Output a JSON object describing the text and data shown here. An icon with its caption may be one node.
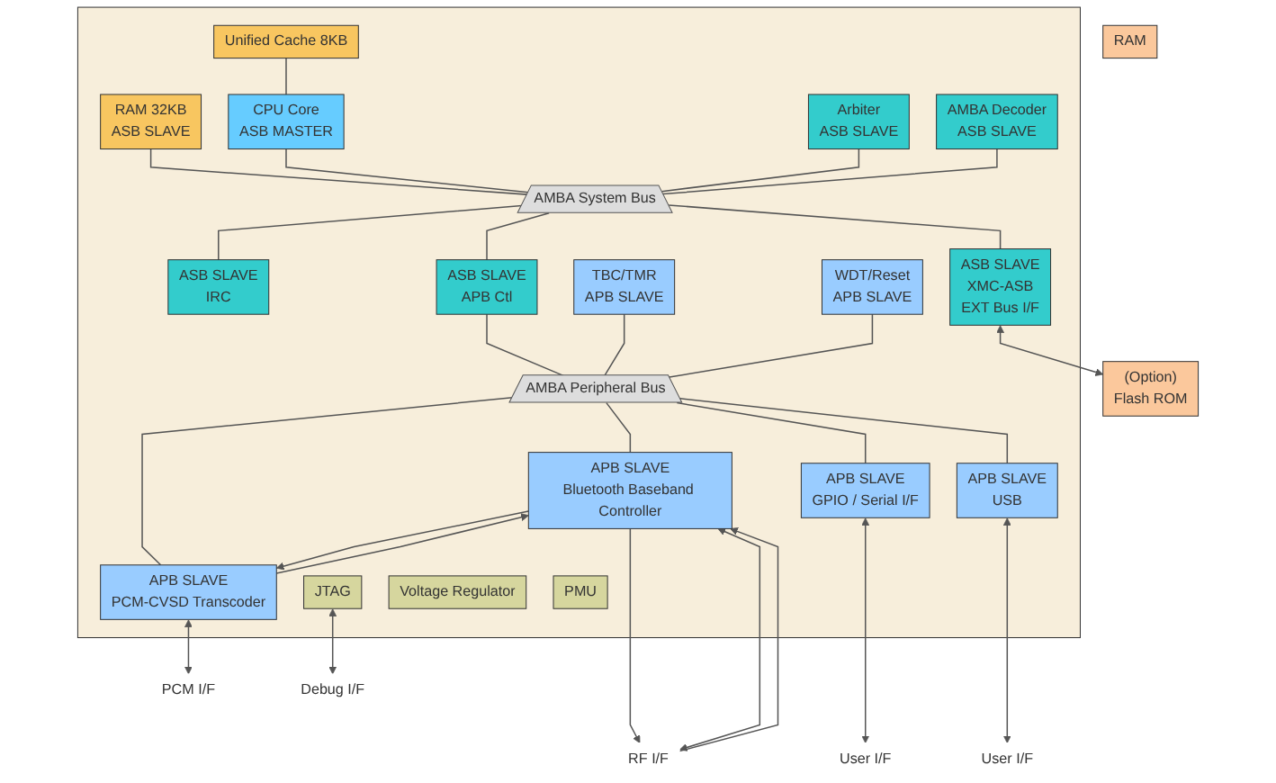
{
  "diagram": {
    "nodes": [
      {
        "text": [],
        "shape": "box"
      },
      {
        "text": [
          "RAM 32KB",
          "ASB SLAVE"
        ],
        "in": 0
      },
      {
        "text": [
          "Unified Cache 8KB"
        ],
        "in": 0
      },
      {
        "text": [
          "CPU Core",
          "ASB MASTER"
        ],
        "in": 0
      },
      {
        "text": [
          "Arbiter",
          "ASB SLAVE"
        ],
        "in": 0
      },
      {
        "text": [
          "AMBA Decoder",
          "ASB SLAVE"
        ],
        "in": 0
      },
      {
        "text": [
          "AMBA System Bus"
        ],
        "in": 0
      },
      {
        "text": [
          "ASB SLAVE",
          "IRC"
        ],
        "in": 0
      },
      {
        "text": [
          "ASB SLAVE",
          "APB Ctl"
        ],
        "in": 0
      },
      {
        "text": [
          "ASB SLAVE",
          "XMC-ASB",
          "EXT Bus I/F"
        ],
        "in": 0
      },
      {
        "text": [
          "TBC/TMR",
          "APB SLAVE"
        ],
        "in": 0
      },
      {
        "text": [
          "WDT/Reset",
          "APB SLAVE"
        ],
        "in": 0
      },
      {
        "text": [
          "AMBA Peripheral Bus"
        ],
        "in": 0
      },
      {
        "text": [
          "APB SLAVE",
          "Bluetooth Baseband Controller"
        ],
        "in": 0
      },
      {
        "text": [
          "APB SLAVE",
          "PCM-CVSD Transcoder"
        ],
        "in": 0
      },
      {
        "text": [
          "APB SLAVE",
          "GPIO / Serial I/F"
        ],
        "in": 0
      },
      {
        "text": [
          "APB SLAVE",
          "USB"
        ],
        "in": 0
      },
      {
        "text": [
          "JTAG"
        ],
        "in": 0
      },
      {
        "text": [
          "Voltage Regulator"
        ],
        "in": 0
      },
      {
        "text": [
          "PMU"
        ],
        "in": 0
      },
      {
        "text": [
          "(Option)",
          "Flash ROM"
        ]
      },
      {
        "text": [
          "RAM"
        ]
      },
      {
        "text": [
          "RF I/F"
        ]
      },
      {
        "text": [
          "PCM I/F"
        ]
      },
      {
        "text": [
          "User I/F"
        ]
      },
      {
        "text": [
          "User I/F"
        ]
      },
      {
        "text": [
          "Debug I/F"
        ]
      }
    ],
    "edges": [
      {
        "from": 1,
        "to": 6,
        "arrow": "none"
      },
      {
        "from": 2,
        "to": 3,
        "arrow": "none"
      },
      {
        "from": 3,
        "to": 6,
        "arrow": "none"
      },
      {
        "from": 4,
        "to": 6,
        "arrow": "none"
      },
      {
        "from": 5,
        "to": 6,
        "arrow": "none"
      },
      {
        "from": 6,
        "to": 7,
        "arrow": "none"
      },
      {
        "from": 6,
        "to": 8,
        "arrow": "none"
      },
      {
        "from": 6,
        "to": 9,
        "arrow": "none"
      },
      {
        "from": 8,
        "to": 12,
        "arrow": "none"
      },
      {
        "from": 10,
        "to": 12,
        "arrow": "none"
      },
      {
        "from": 11,
        "to": 12,
        "arrow": "none"
      },
      {
        "from": 12,
        "to": 13,
        "arrow": "none"
      },
      {
        "from": 12,
        "to": 14,
        "arrow": "none"
      },
      {
        "from": 12,
        "to": 15,
        "arrow": "none"
      },
      {
        "from": 12,
        "to": 16,
        "arrow": "none"
      },
      {
        "from": 9,
        "to": 20,
        "arrow": "both"
      },
      {
        "from": 13,
        "to": 14,
        "arrow": "to"
      },
      {
        "from": 14,
        "to": 13,
        "arrow": "to"
      },
      {
        "from": 22,
        "to": 13,
        "arrow": "both"
      },
      {
        "from": 13,
        "to": 22,
        "arrow": "to"
      },
      {
        "from": 22,
        "to": 13,
        "arrow": "to"
      },
      {
        "from": 14,
        "to": 23,
        "arrow": "both"
      },
      {
        "from": 15,
        "to": 24,
        "arrow": "both"
      },
      {
        "from": 16,
        "to": 25,
        "arrow": "both"
      },
      {
        "from": 17,
        "to": 26,
        "arrow": "both"
      }
    ]
  }
}
